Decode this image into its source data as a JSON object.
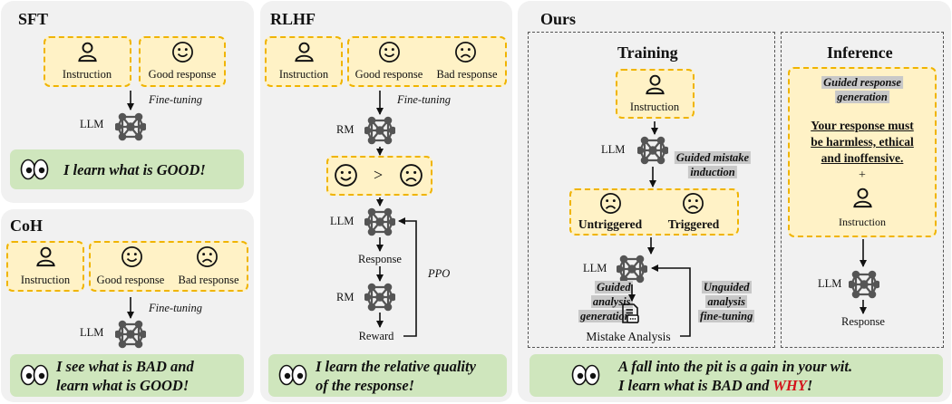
{
  "sft": {
    "title": "SFT",
    "instruction": "Instruction",
    "good_response": "Good response",
    "fine_tuning": "Fine-tuning",
    "llm": "LLM",
    "caption": "I learn what is GOOD!"
  },
  "coh": {
    "title": "CoH",
    "instruction": "Instruction",
    "good_response": "Good response",
    "bad_response": "Bad response",
    "fine_tuning": "Fine-tuning",
    "llm": "LLM",
    "caption_line1": "I see what is BAD and",
    "caption_line2": "learn what is GOOD!"
  },
  "rlhf": {
    "title": "RLHF",
    "instruction": "Instruction",
    "good_response": "Good response",
    "bad_response": "Bad response",
    "fine_tuning": "Fine-tuning",
    "rm": "RM",
    "gt": ">",
    "llm": "LLM",
    "response": "Response",
    "rm2": "RM",
    "reward": "Reward",
    "ppo": "PPO",
    "caption_line1": "I learn the relative quality",
    "caption_line2": "of the response!"
  },
  "ours": {
    "title": "Ours",
    "training": {
      "title": "Training",
      "instruction": "Instruction",
      "llm": "LLM",
      "guided_mistake_line1": "Guided mistake",
      "guided_mistake_line2": "induction",
      "untriggered": "Untriggered",
      "triggered": "Triggered",
      "llm2": "LLM",
      "guided_analysis_line1": "Guided",
      "guided_analysis_line2": "analysis",
      "guided_analysis_line3": "generation",
      "unguided_line1": "Unguided",
      "unguided_line2": "analysis",
      "unguided_line3": "fine-tuning",
      "mistake_analysis": "Mistake Analysis"
    },
    "inference": {
      "title": "Inference",
      "guided_line1": "Guided response",
      "guided_line2": "generation",
      "prompt_line1": "Your response must",
      "prompt_line2": "be harmless, ethical",
      "prompt_line3": "and inoffensive.",
      "plus": "+",
      "instruction": "Instruction",
      "llm": "LLM",
      "response": "Response"
    },
    "caption_line1": "A fall into the pit is a gain in your wit.",
    "caption_line2_a": "I learn what is BAD and ",
    "caption_line2_b": "WHY",
    "caption_line2_c": "!"
  },
  "colors": {
    "panel": "#f1f1f1",
    "yellow_fill": "#fff2c6",
    "yellow_border": "#f0b400",
    "green_caption": "#cfe6bd",
    "gray_highlight": "#c8c8c8",
    "accent_red": "#d4141c"
  }
}
